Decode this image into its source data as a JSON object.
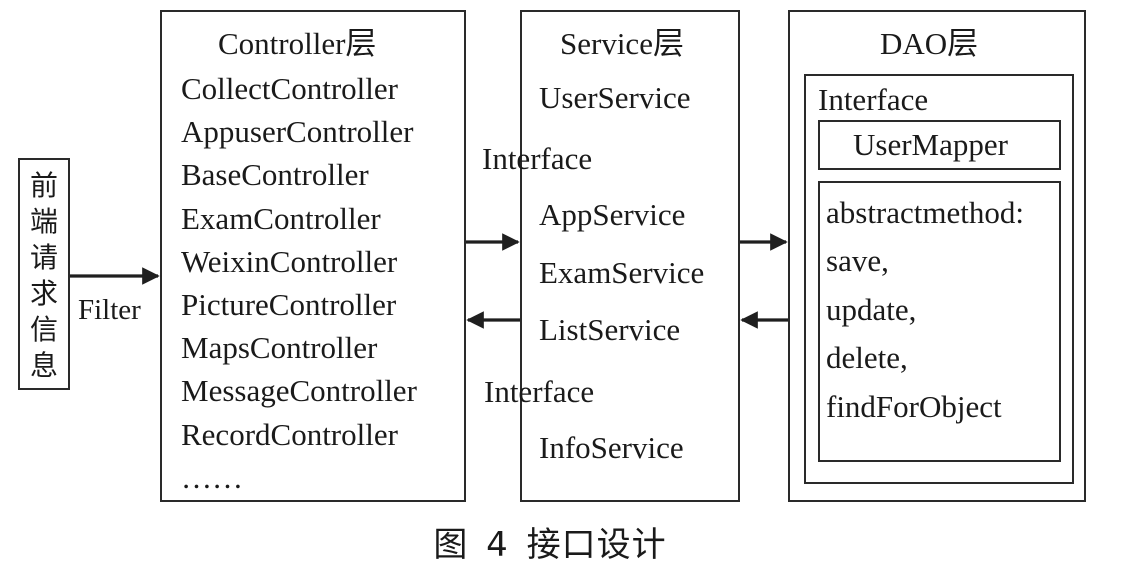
{
  "request": {
    "text": "前\n端\n请\n求\n信\n息"
  },
  "filter_label": "Filter",
  "controller": {
    "title": "Controller层",
    "items": [
      "CollectController",
      "AppuserController",
      "BaseController",
      "ExamController",
      "WeixinController",
      "PictureController",
      "MapsController",
      "MessageController",
      "RecordController",
      "……"
    ]
  },
  "service": {
    "title": "Service层",
    "user": "UserService",
    "interface_top": "Interface",
    "app": "AppService",
    "exam": "ExamService",
    "list": "ListService",
    "interface_bottom": "Interface",
    "info": "InfoService"
  },
  "dao": {
    "title": "DAO层",
    "interface": "Interface",
    "mapper": "UserMapper",
    "methods": [
      "abstractmethod:",
      "save,",
      "update,",
      "delete,",
      "findForObject"
    ]
  },
  "caption": "图 4   接口设计"
}
